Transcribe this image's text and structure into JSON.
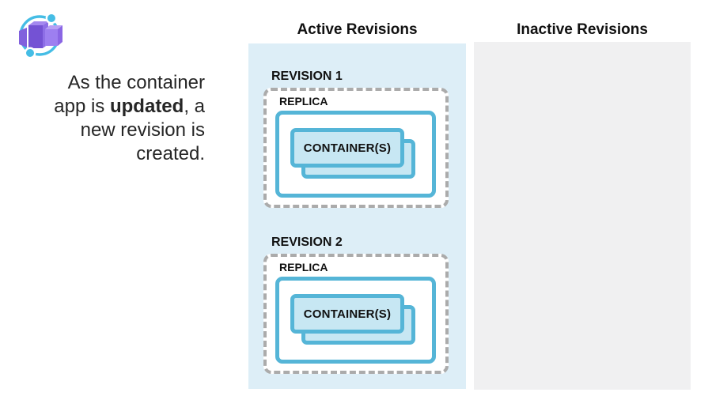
{
  "icon": {
    "name": "azure-container-apps-icon",
    "ring_color": "#45bde5",
    "purple_dark": "#6b4fc8",
    "purple_mid": "#8161dd",
    "purple_light": "#a488ef",
    "purple_lighter": "#b7a0f5"
  },
  "intro": {
    "line1": "As the container",
    "line2_pre": "app is ",
    "line2_bold": "updated",
    "line2_post": ", a",
    "line3": "new revision is",
    "line4": "created."
  },
  "columns": {
    "active": {
      "title": "Active Revisions",
      "bg_color": "#ddeef7"
    },
    "inactive": {
      "title": "Inactive Revisions",
      "bg_color": "#f0f0f1"
    }
  },
  "revisions": [
    {
      "label": "REVISION 1",
      "replica_label": "REPLICA",
      "container_label": "CONTAINER(S)"
    },
    {
      "label": "REVISION 2",
      "replica_label": "REPLICA",
      "container_label": "CONTAINER(S)"
    }
  ],
  "style_colors": {
    "container_border": "#55b5d7",
    "container_fill": "#c7e7f3",
    "replica_dashed_border": "#ababab",
    "text": "#262626",
    "heading_text": "#111111"
  }
}
